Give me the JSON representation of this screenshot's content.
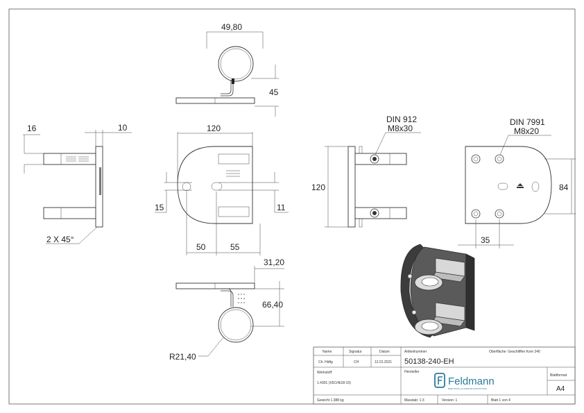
{
  "dimensions": {
    "top_width": "49,80",
    "top_height": "45",
    "side_left_16": "16",
    "side_left_10": "10",
    "front_width": "120",
    "front_15": "15",
    "front_11": "11",
    "front_50": "50",
    "front_55": "55",
    "chamfer": "2 X 45°",
    "bottom_31": "31,20",
    "bottom_66": "66,40",
    "radius": "R21,40",
    "right_side_120": "120",
    "din912_line1": "DIN 912",
    "din912_line2": "M8x30",
    "din7991_line1": "DIN 7991",
    "din7991_line2": "M8x20",
    "back_84": "84",
    "back_35": "35"
  },
  "title_block": {
    "h_name": "Name",
    "h_signature": "Signatur",
    "h_date": "Datum",
    "row_label": "Ch. Häfig",
    "row_sig": "CH",
    "row_date": "12.01.2021",
    "material_label": "Werkstoff:",
    "material_value": "1.4301 (X5CrNi18-10)",
    "weight": "Gewicht 1.388 kg",
    "article_label": "Artikelnummer",
    "article_number": "50138-240-EH",
    "surface": "Oberfläche: Geschliffen Korn 240",
    "maker_label": "Hersteller",
    "brand_name": "Feldmann",
    "brand_tagline": "EDELSTAHL-ALUMINIUM-KUNSTSTOFF",
    "format_label": "Blattformat",
    "format_value": "A4",
    "scale": "Masstab: 1:3",
    "version": "Version: 1",
    "sheet": "Blatt 1 von 4"
  },
  "colors": {
    "line": "#333333",
    "shade_dark": "#4a4a4a",
    "shade_light": "#cfcfcf",
    "brand": "#2a7a9a"
  }
}
